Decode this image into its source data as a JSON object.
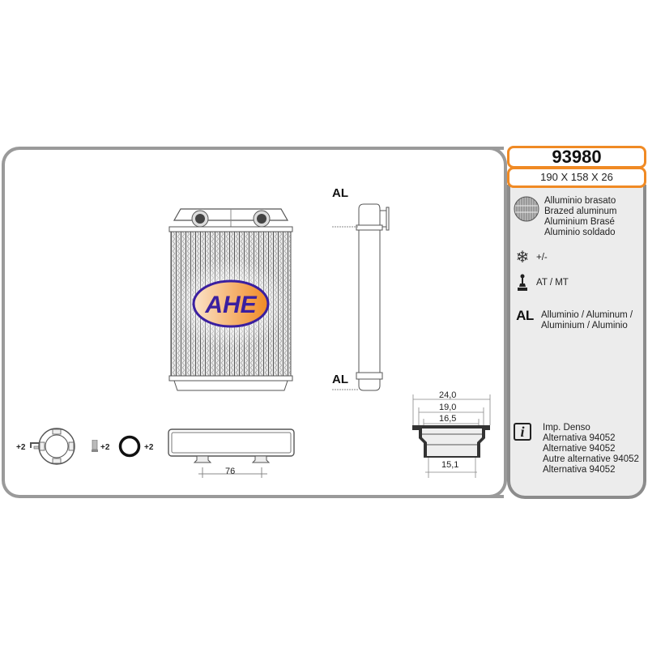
{
  "product": {
    "part_number": "93980",
    "dimensions": "190 X 158 X 26",
    "brand_logo_text": "AHE"
  },
  "specs": {
    "construction": {
      "icon": "brazed-core-icon",
      "lines": [
        "Alluminio brasato",
        "Brazed aluminum",
        "Aluminium Brasé",
        "Aluminio soldado"
      ]
    },
    "ac": {
      "icon": "snowflake-icon",
      "text": "+/-"
    },
    "transmission": {
      "icon": "gear-shifter-icon",
      "text": "AT / MT"
    },
    "material": {
      "badge": "AL",
      "lines": [
        "Alluminio  / Aluminum /",
        "Aluminium / Aluminio"
      ]
    },
    "info": {
      "icon": "info-icon",
      "glyph": "i",
      "lines": [
        "Imp. Denso",
        "Alternativa 94052",
        "Alternative 94052",
        "Autre alternative 94052",
        "Alternativa 94052"
      ]
    }
  },
  "drawing": {
    "side_view_tags": [
      "AL",
      "AL"
    ],
    "accessories": [
      {
        "name": "clip",
        "qty": "+2"
      },
      {
        "name": "screw",
        "qty": "+2"
      },
      {
        "name": "o-ring",
        "qty": "+2"
      }
    ],
    "pipe_spacing": "76",
    "connector_dims": {
      "d1": "24,0",
      "d2": "19,0",
      "d3": "16,5",
      "d4": "15,1"
    }
  },
  "colors": {
    "accent": "#f08a24",
    "panel_border": "#9a9a9a",
    "side_bg": "#ececec",
    "logo_blue": "#3a1fa0",
    "logo_orange": "#f2a25a"
  }
}
